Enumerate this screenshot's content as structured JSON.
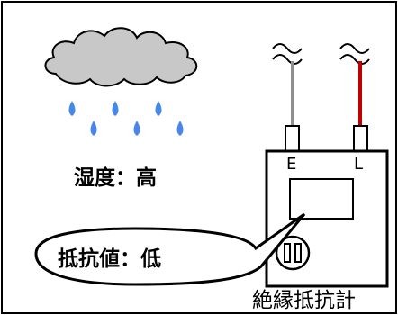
{
  "humidity_label": "湿度：高",
  "resistance_label": "抵抗値：低",
  "meter": {
    "name": "絶縁抵抗計",
    "terminal_e": "E",
    "terminal_l": "L"
  },
  "colors": {
    "cloud_fill": "#c8c8c8",
    "raindrop": "#4a86e8",
    "lead_e": "#909090",
    "lead_l": "#c00000",
    "outline": "#000000"
  },
  "icons": [
    "cloud-icon",
    "raindrop-icon",
    "ac-wave-icon",
    "knob-icon"
  ]
}
